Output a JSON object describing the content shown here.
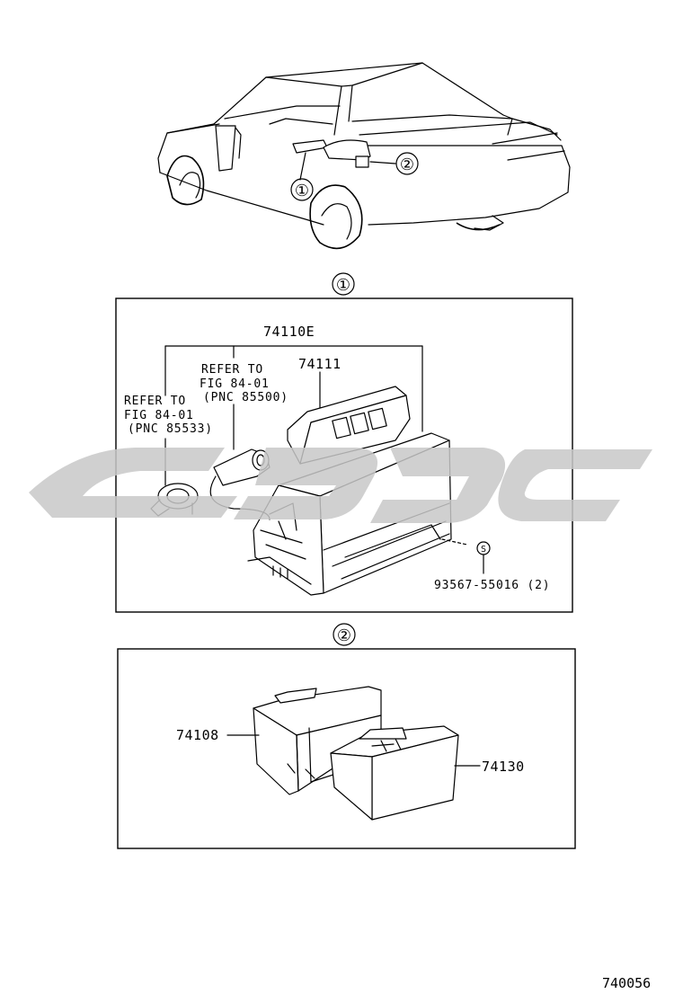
{
  "diagram": {
    "callouts": {
      "one": "①",
      "two": "②"
    },
    "panel_one": {
      "assembly_label": "74110E",
      "part_74111": "74111",
      "refer_a": {
        "line1": "REFER TO",
        "line2": "FIG 84-01",
        "line3": "(PNC 85500)"
      },
      "refer_b": {
        "line1": "REFER TO",
        "line2": "FIG 84-01",
        "line3": "(PNC 85533)"
      },
      "screw_symbol": "S",
      "screw_label": "93567-55016 (2)"
    },
    "panel_two": {
      "part_left": "74108",
      "part_right": "74130"
    },
    "figure_id": "740056"
  }
}
